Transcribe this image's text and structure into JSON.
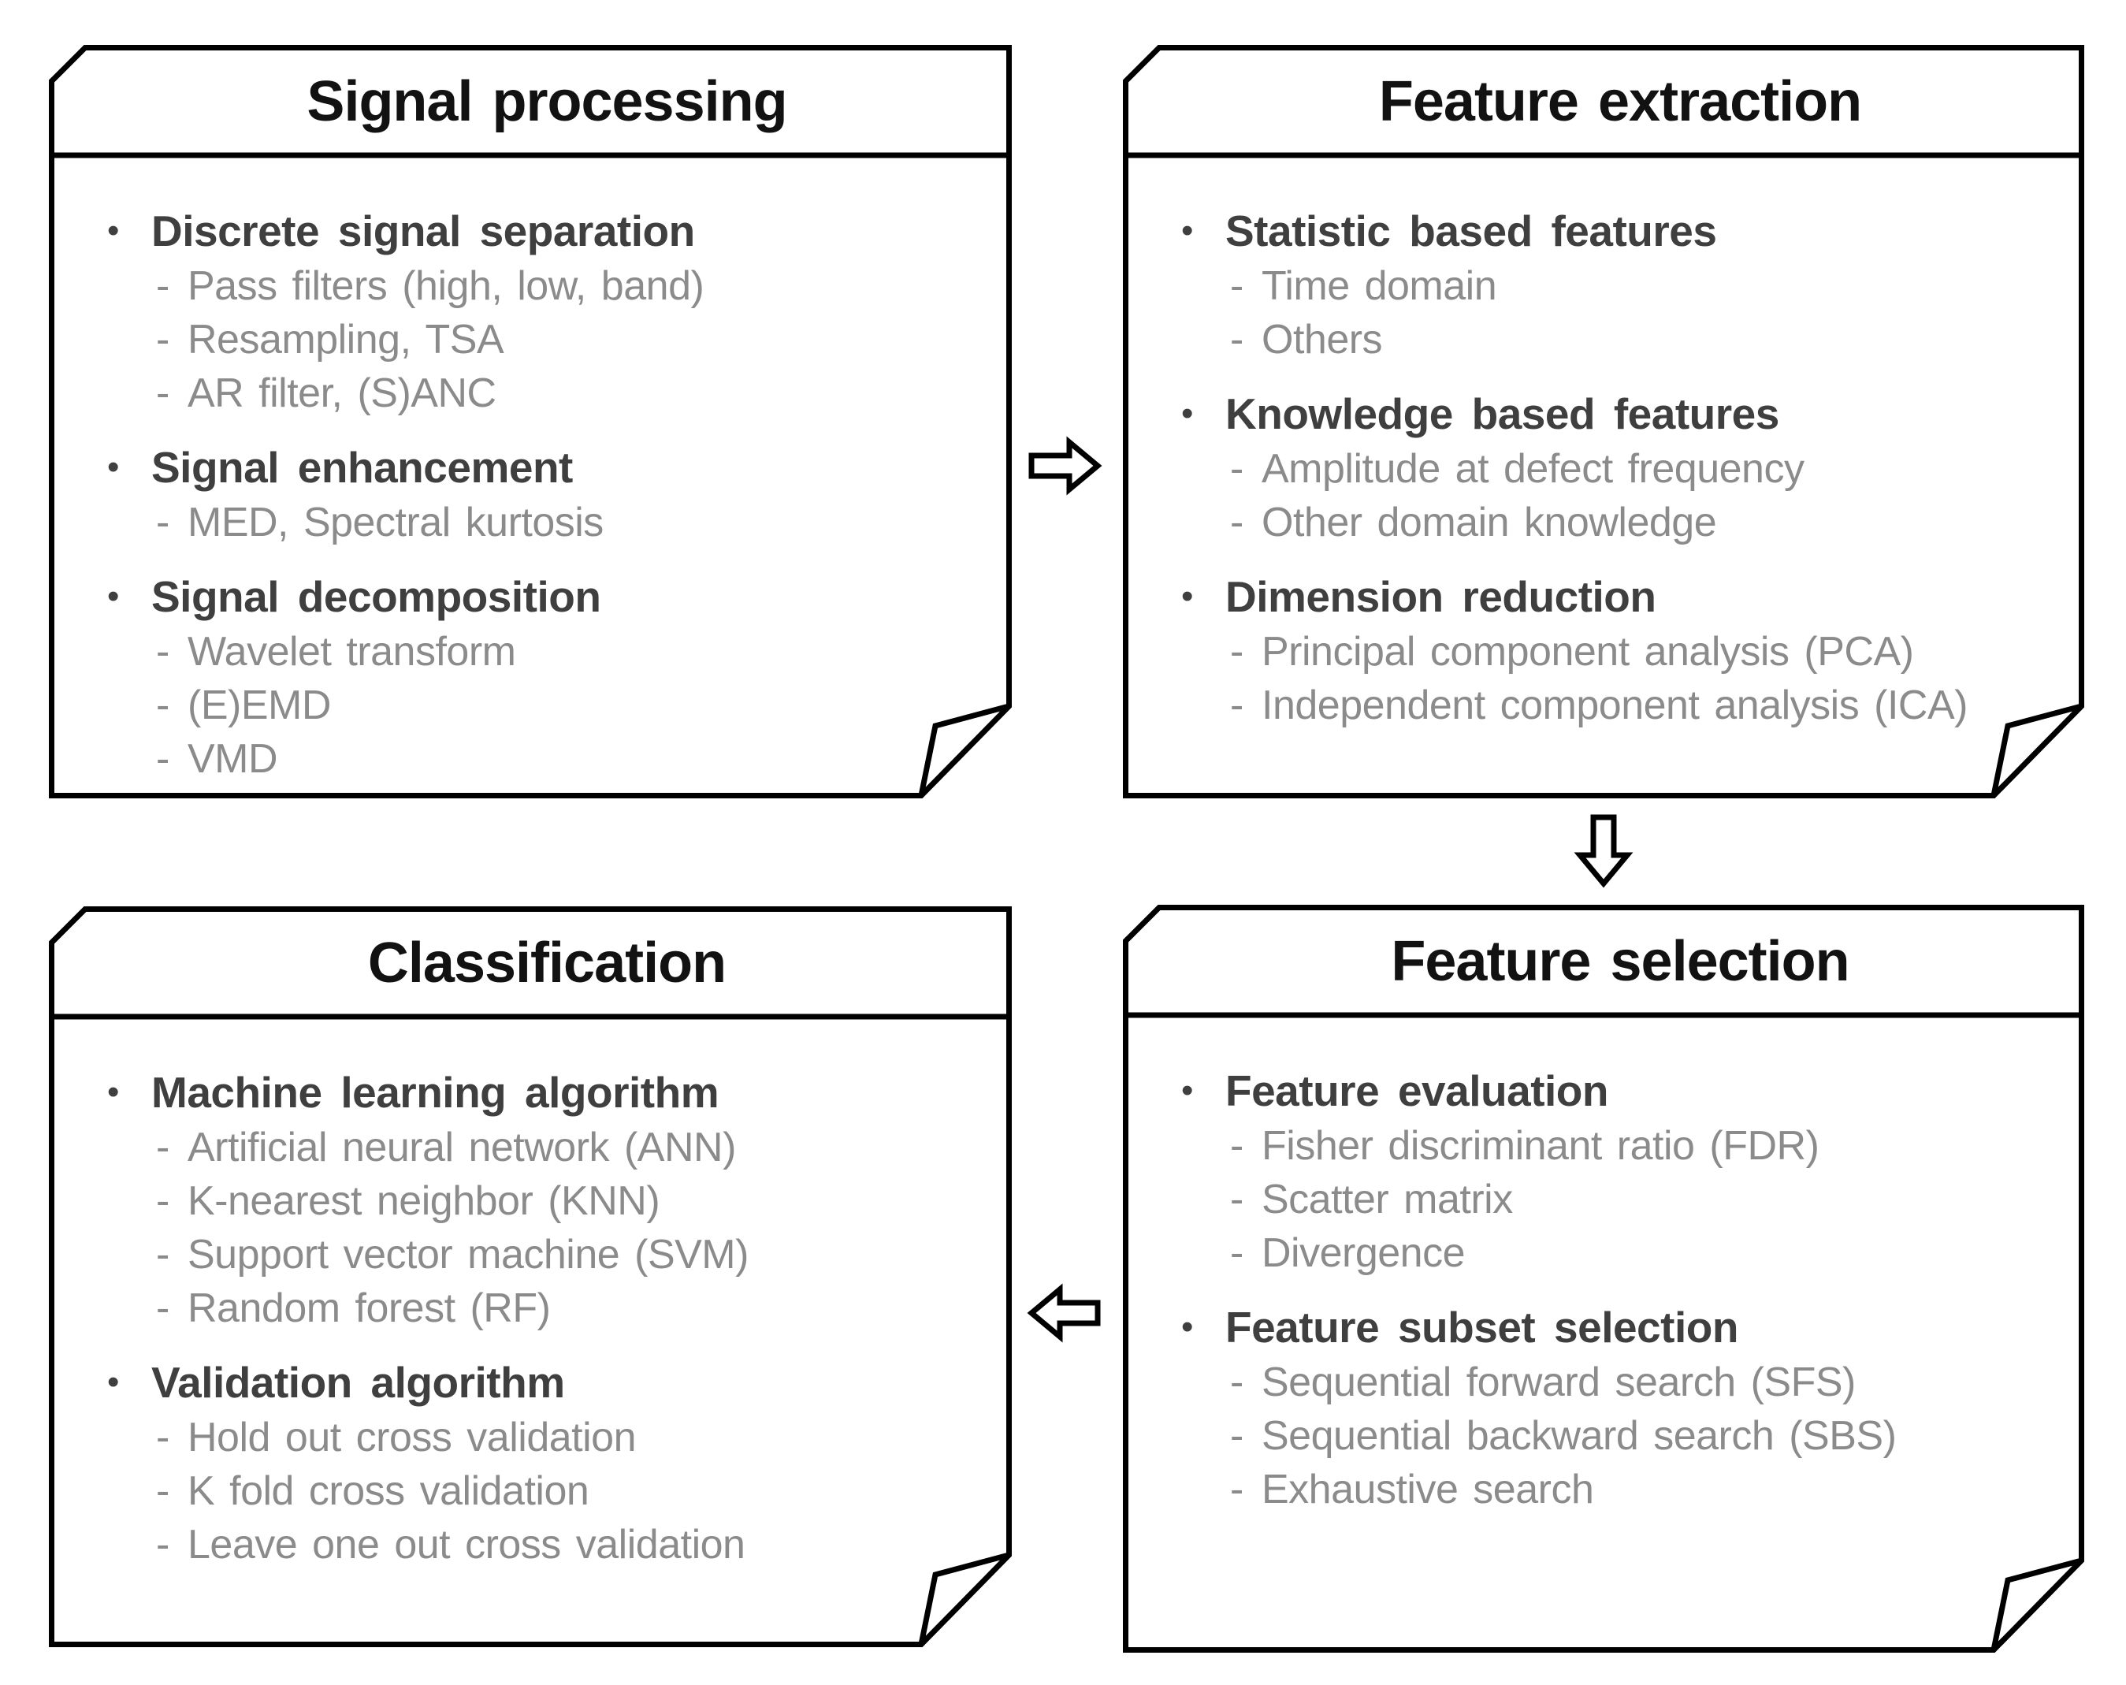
{
  "boxes": [
    {
      "title": "Signal processing",
      "groups": [
        {
          "header": "Discrete signal separation",
          "items": [
            "Pass filters (high, low, band)",
            "Resampling, TSA",
            "AR filter, (S)ANC"
          ]
        },
        {
          "header": "Signal enhancement",
          "items": [
            "MED, Spectral kurtosis"
          ]
        },
        {
          "header": "Signal decomposition",
          "items": [
            "Wavelet transform",
            "(E)EMD",
            "VMD"
          ]
        }
      ]
    },
    {
      "title": "Feature extraction",
      "groups": [
        {
          "header": "Statistic based features",
          "items": [
            "Time domain",
            "Others"
          ]
        },
        {
          "header": "Knowledge based features",
          "items": [
            "Amplitude at defect frequency",
            "Other domain knowledge"
          ]
        },
        {
          "header": "Dimension reduction",
          "items": [
            "Principal component analysis (PCA)",
            "Independent component analysis (ICA)"
          ]
        }
      ]
    },
    {
      "title": "Classification",
      "groups": [
        {
          "header": "Machine learning algorithm",
          "items": [
            "Artificial neural network (ANN)",
            "K-nearest neighbor (KNN)",
            "Support vector machine (SVM)",
            "Random forest (RF)"
          ]
        },
        {
          "header": "Validation algorithm",
          "items": [
            "Hold out cross validation",
            "K fold cross validation",
            "Leave one out cross validation"
          ]
        }
      ]
    },
    {
      "title": "Feature selection",
      "groups": [
        {
          "header": "Feature evaluation",
          "items": [
            "Fisher discriminant ratio (FDR)",
            "Scatter matrix",
            "Divergence"
          ]
        },
        {
          "header": "Feature subset selection",
          "items": [
            "Sequential forward search (SFS)",
            "Sequential backward search (SBS)",
            "Exhaustive search"
          ]
        }
      ]
    }
  ],
  "arrows": [
    {
      "id": "signal-processing-to-feature-extraction",
      "direction": "right"
    },
    {
      "id": "feature-extraction-to-feature-selection",
      "direction": "down"
    },
    {
      "id": "feature-selection-to-classification",
      "direction": "left"
    }
  ],
  "bullet_glyph": "•",
  "dash_glyph": "-",
  "colors": {
    "background": "#ffffff",
    "line": "#000000",
    "title_text": "#121212",
    "header_text": "#3f3f3f",
    "item_text": "#8b8b8b"
  }
}
